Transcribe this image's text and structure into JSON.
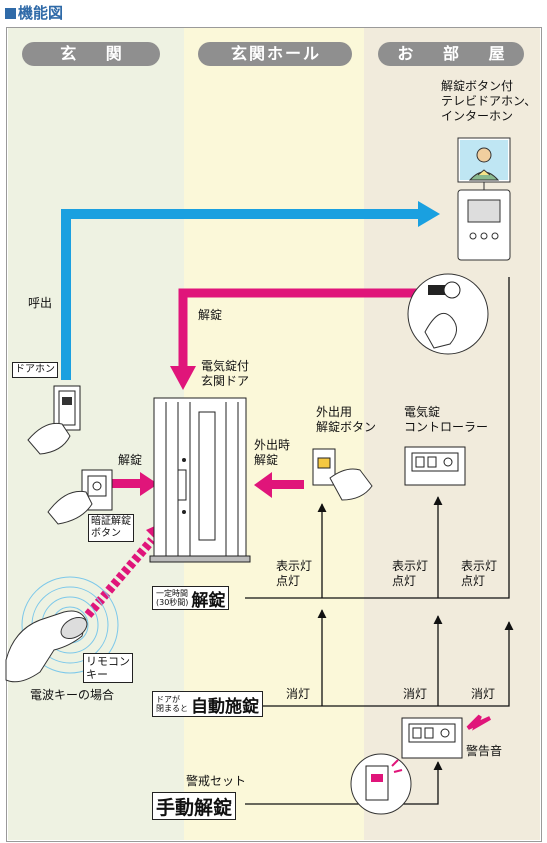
{
  "title": "機能図",
  "columns": [
    "玄 関",
    "玄関ホール",
    "お 部 屋"
  ],
  "labels": {
    "intercom_room": "解錠ボタン付\nテレビドアホン、\nインターホン",
    "call": "呼出",
    "unlock_top": "解錠",
    "door": "電気錠付\n玄関ドア",
    "door_phone": "ドアホン",
    "unlock_left": "解錠",
    "pin_button": "暗証解錠\nボタン",
    "out_button": "外出用\n解錠ボタン",
    "out_unlock": "外出時\n解錠",
    "controller": "電気錠\nコントローラー",
    "remote_key": "リモコン\nキー",
    "radio_key_case": "電波キーの場合",
    "indicator_1": "表示灯\n点灯",
    "indicator_2": "表示灯\n点灯",
    "indicator_3": "表示灯\n点灯",
    "timed_small": "一定時間\n(30秒間)",
    "timed_big": "解錠",
    "auto_small": "ドアが\n閉まると",
    "auto_big": "自動施錠",
    "lights_off_1": "消灯",
    "lights_off_2": "消灯",
    "lights_off_3": "消灯",
    "alarm_set": "警戒セット",
    "manual_unlock": "手動解錠",
    "alarm_sound": "警告音"
  },
  "colors": {
    "blue": "#1aa0e0",
    "magenta": "#e0157a",
    "line": "#111111"
  }
}
